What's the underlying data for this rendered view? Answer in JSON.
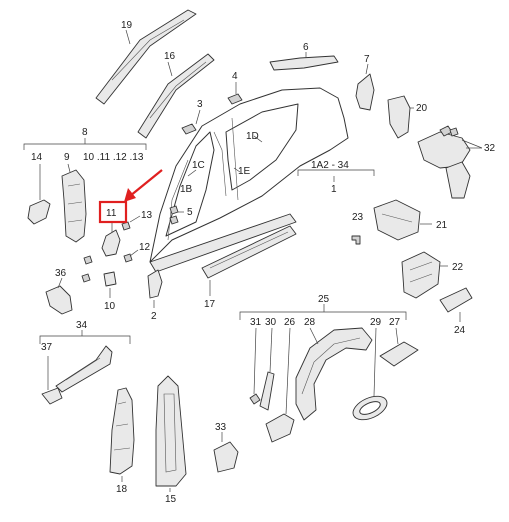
{
  "diagram": {
    "labels": {
      "l19": "19",
      "l16": "16",
      "l6": "6",
      "l4": "4",
      "l7": "7",
      "l3": "3",
      "l20": "20",
      "l1D": "1D",
      "l8": "8",
      "l14": "14",
      "l9": "9",
      "l10_11_12_13": "10 .11 .12 .13",
      "l1C": "1C",
      "l1A2": "1A2 - 34",
      "l32": "32",
      "l1B": "1B",
      "l1E": "1E",
      "l1": "1",
      "l11": "11",
      "l13": "13",
      "l5": "5",
      "l23": "23",
      "l21": "21",
      "l12": "12",
      "l36": "36",
      "l10": "10",
      "l2": "2",
      "l17": "17",
      "l22": "22",
      "l25": "25",
      "l24": "24",
      "l34": "34",
      "l31": "31",
      "l30": "30",
      "l26": "26",
      "l28": "28",
      "l29": "29",
      "l27": "27",
      "l37": "37",
      "l33": "33",
      "l18": "18",
      "l15": "15"
    },
    "highlight_color": "#e02020"
  }
}
